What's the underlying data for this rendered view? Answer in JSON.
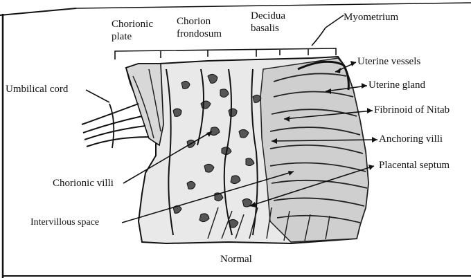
{
  "figure": {
    "caption": "Normal",
    "labels": {
      "chorionic_plate_1": "Chorionic",
      "chorionic_plate_2": "plate",
      "chorion_frondosum_1": "Chorion",
      "chorion_frondosum_2": "frondosum",
      "decidua_basalis_1": "Decidua",
      "decidua_basalis_2": "basalis",
      "myometrium": "Myometrium",
      "uterine_vessels": "Uterine vessels",
      "uterine_gland": "Uterine gland",
      "fibrinoid_of_nitabuch": "Fibrinoid of Nitab",
      "anchoring_villi": "Anchoring villi",
      "placental_septum": "Placental septum",
      "umbilical_cord": "Umbilical cord",
      "chorionic_villi": "Chorionic villi",
      "intervillous_space": "Intervillous space"
    }
  }
}
